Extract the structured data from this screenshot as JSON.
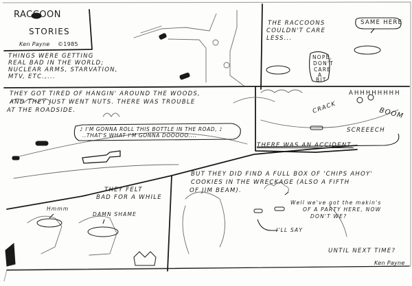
{
  "comic": {
    "title_line1": "RACCOON",
    "title_line2": "STORIES",
    "byline": "Ken Payne",
    "copyright": "©1985",
    "panels": [
      {
        "id": "panel-1",
        "caption": [
          "THINGS WERE GETTING",
          "REAL BAD IN THE WORLD;",
          "NUCLEAR ARMS, STARVATION,",
          "MTV, ETC.,..."
        ]
      },
      {
        "id": "panel-2",
        "caption": [
          "THE RACCOONS",
          "COULDN'T CARE",
          "LESS..."
        ],
        "balloons": [
          {
            "speaker": "raccoon-left",
            "text": [
              "NOPE,",
              "DON'T",
              "CARE",
              "A",
              "BIT"
            ]
          },
          {
            "speaker": "raccoon-right",
            "text": [
              "SAME HERE"
            ]
          }
        ]
      },
      {
        "id": "panel-3",
        "caption": [
          "THEY GOT TIRED OF HANGIN' AROUND THE WOODS,",
          "AND THEY JUST WENT NUTS. THERE WAS TROUBLE",
          "AT THE ROADSIDE."
        ],
        "balloons": [
          {
            "speaker": "raccoon",
            "text": [
              "♪ I'M GONNA ROLL THIS BOTTLE IN THE ROAD, ♪",
              "..THAT'S WHAT I'M GONNA DOOOOO...."
            ]
          }
        ]
      },
      {
        "id": "panel-4",
        "sfx": [
          "AHHHHHHHH",
          "CRACK",
          "BOOM",
          "SCREEECH"
        ],
        "caption": [
          "THERE WAS AN ACCIDENT."
        ]
      },
      {
        "id": "panel-5",
        "caption": [
          "THEY FELT",
          "BAD FOR A WHILE"
        ],
        "balloons": [
          {
            "speaker": "raccoon-left",
            "text": [
              "Hmmm"
            ]
          },
          {
            "speaker": "raccoon-right",
            "text": [
              "DAMN SHAME"
            ]
          }
        ]
      },
      {
        "id": "panel-6",
        "caption": [
          "BUT THEY DID FIND A FULL BOX OF 'CHIPS AHOY'",
          "COOKIES IN THE WRECKAGE (ALSO A FIFTH",
          "OF JIM BEAM)."
        ],
        "balloons": [
          {
            "speaker": "raccoon-left",
            "text": [
              "Well we've got the makin's",
              "OF A PARTY HERE, NOW",
              "DON'T WE?"
            ]
          },
          {
            "speaker": "raccoon-right",
            "text": [
              "I'LL SAY"
            ]
          }
        ],
        "footer": "UNTIL NEXT TIME?",
        "signature": "Ken Payne"
      }
    ]
  },
  "colors": {
    "ink": "#1a1a1a",
    "paper": "#fdfdfb",
    "pencil": "#6b6b6b"
  }
}
